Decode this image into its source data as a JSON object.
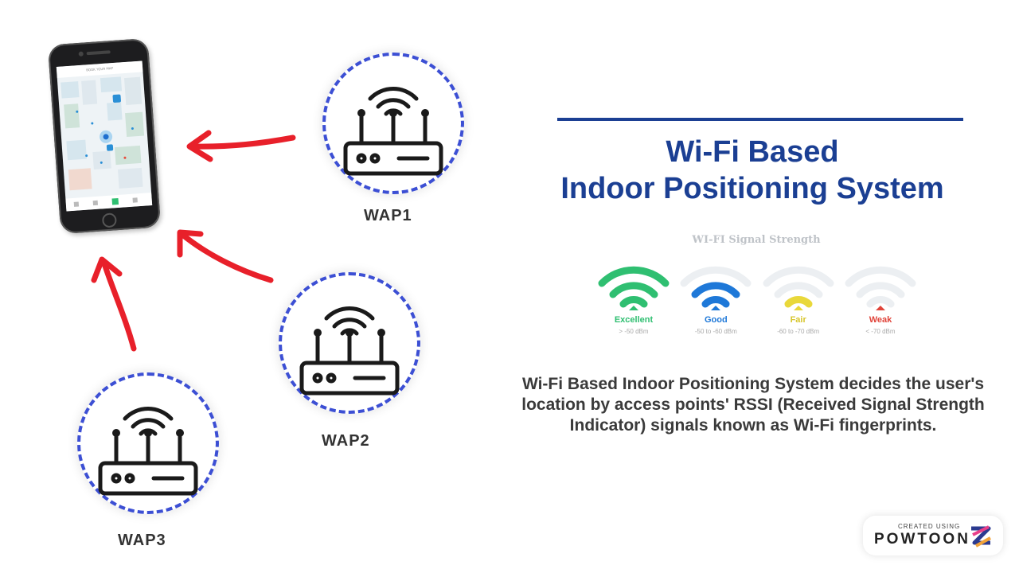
{
  "phone": {
    "screen_title": "BOOK YOUR MAP"
  },
  "waps": [
    {
      "label": "WAP1"
    },
    {
      "label": "WAP2"
    },
    {
      "label": "WAP3"
    }
  ],
  "title": {
    "line1": "Wi-Fi Based",
    "line2": "Indoor Positioning System"
  },
  "signal": {
    "title": "WI-FI Signal Strength",
    "levels": [
      {
        "name": "Excellent",
        "range": "> -50 dBm",
        "color": "#2fbf71",
        "bars": 3
      },
      {
        "name": "Good",
        "range": "-50 to -60 dBm",
        "color": "#1e78d8",
        "bars": 2
      },
      {
        "name": "Fair",
        "range": "-60 to -70 dBm",
        "color": "#e9d83a",
        "bars": 1
      },
      {
        "name": "Weak",
        "range": "< -70 dBm",
        "color": "#e0443a",
        "bars": 0
      }
    ]
  },
  "description": "Wi-Fi Based Indoor Positioning System decides the user's location by access points' RSSI (Received Signal Strength Indicator) signals known as Wi-Fi fingerprints.",
  "watermark": {
    "created": "CREATED USING",
    "brand": "POWTOON"
  },
  "colors": {
    "title": "#1b3f93",
    "arrow": "#e8202a",
    "dash": "#3c4fd4"
  }
}
